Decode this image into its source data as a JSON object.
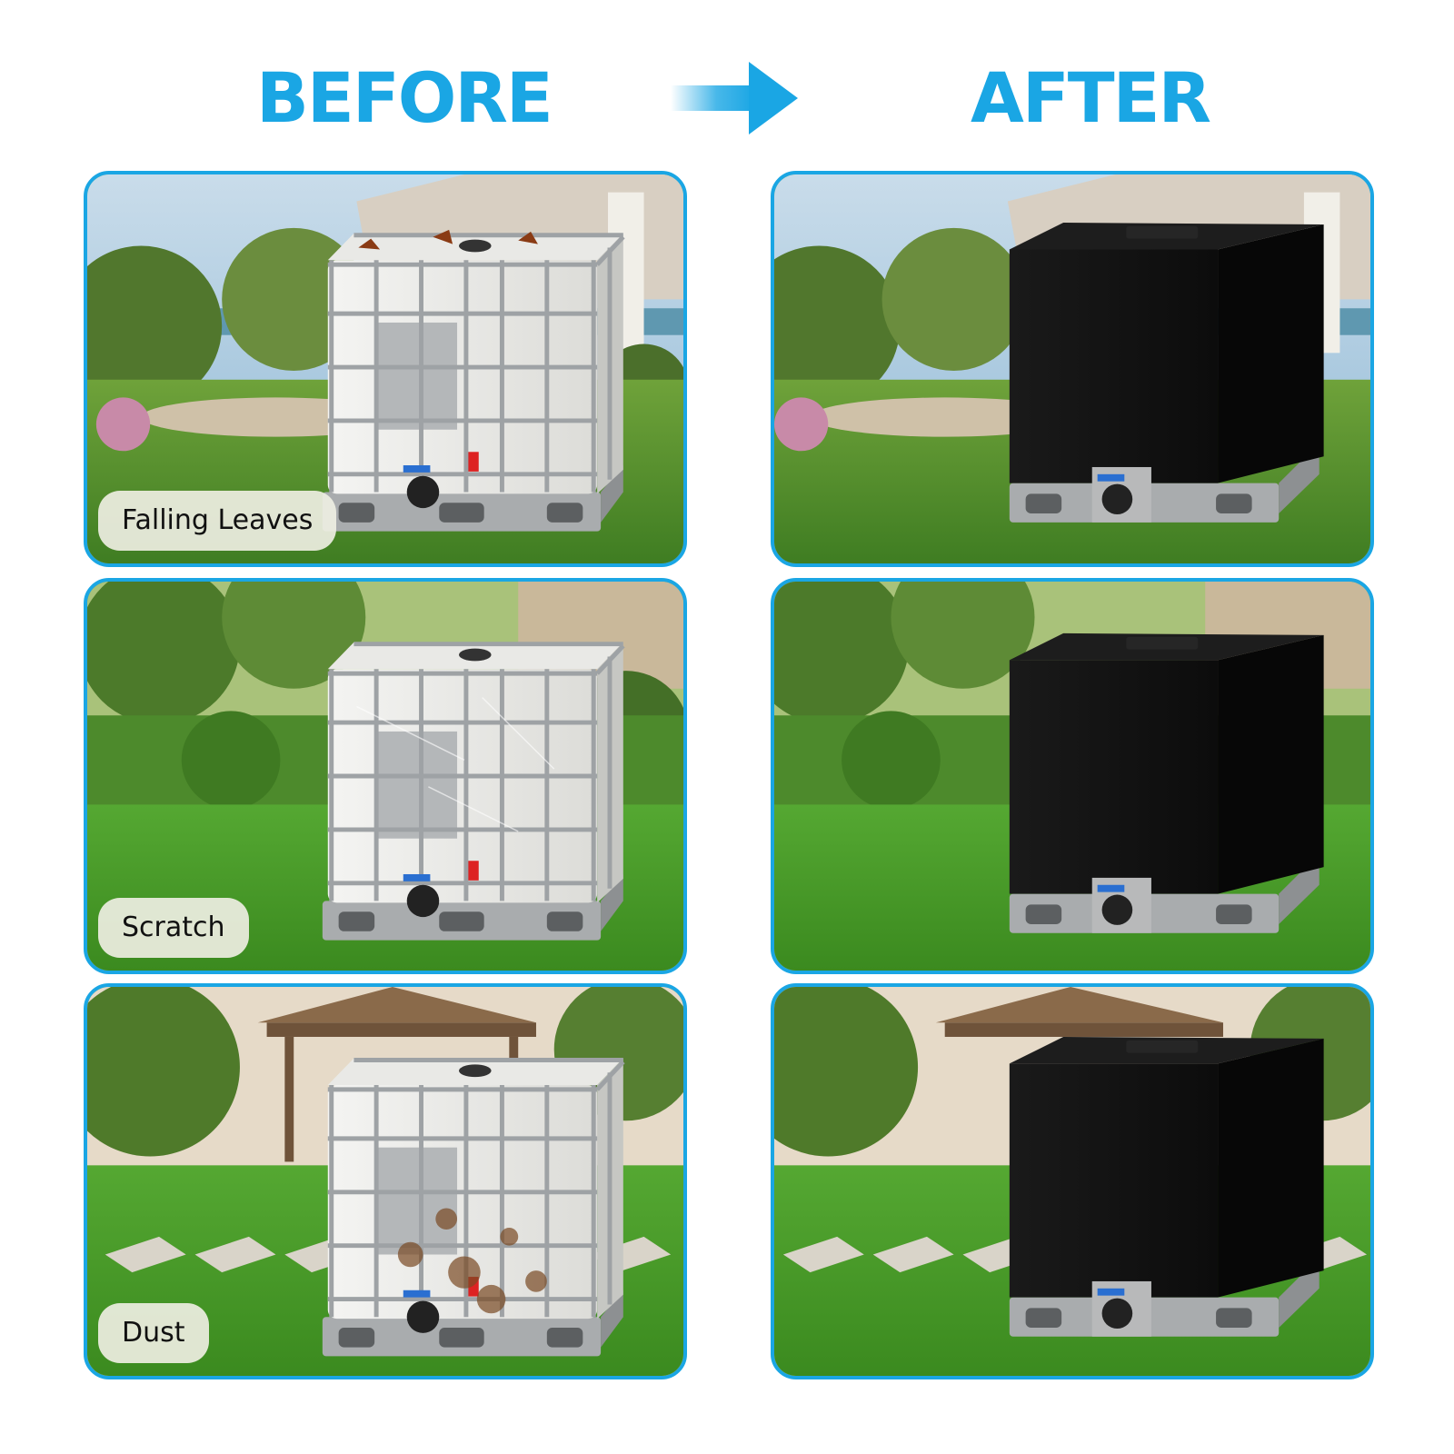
{
  "header": {
    "before_label": "BEFORE",
    "after_label": "AFTER",
    "arrow_icon": "right-arrow-icon",
    "accent_color": "#1aa6e4"
  },
  "before": {
    "panels": [
      {
        "label": "Falling Leaves"
      },
      {
        "label": "Scratch"
      },
      {
        "label": "Dust"
      }
    ]
  },
  "after": {
    "cover_color": "#111111"
  }
}
